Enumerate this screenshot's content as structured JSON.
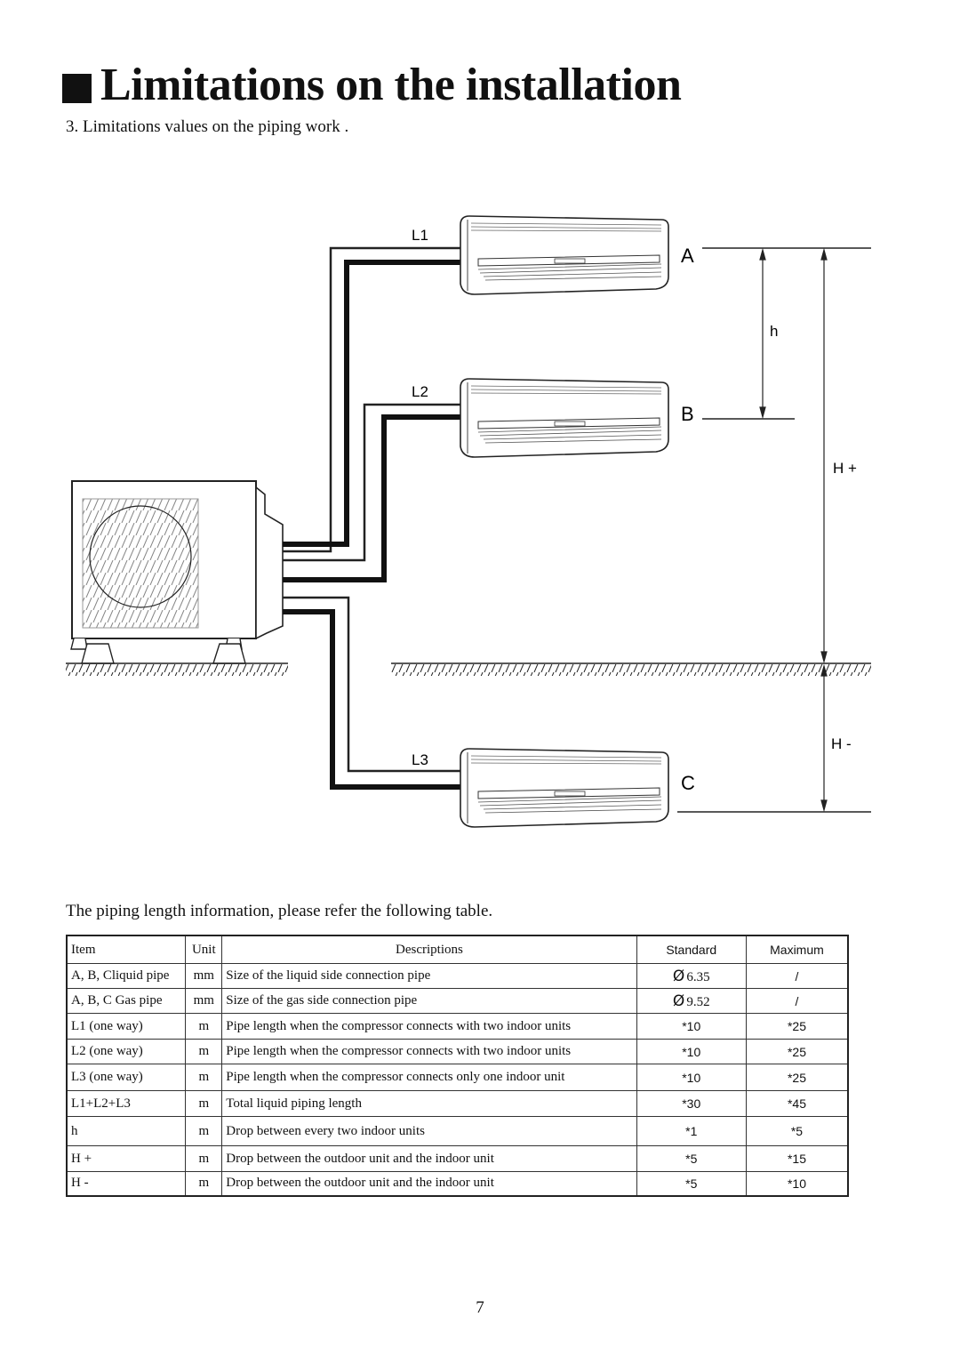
{
  "header": {
    "title": "Limitations on the installation",
    "subtitle": "3. Limitations values on the piping work ."
  },
  "diagram": {
    "pipe_labels": [
      "L1",
      "L2",
      "L3"
    ],
    "indoor_units": [
      "A",
      "B",
      "C"
    ],
    "dimensions": {
      "h": "h",
      "h_plus": "H +",
      "h_minus": "H -"
    }
  },
  "intro_text": "The piping length information, please refer the following table.",
  "table": {
    "headers": {
      "item": "Item",
      "unit": "Unit",
      "desc": "Descriptions",
      "standard": "Standard",
      "maximum": "Maximum"
    },
    "diameter_symbol": "Ø",
    "rows": [
      {
        "item": "A, B, Cliquid pipe",
        "unit": "mm",
        "desc": "Size of the liquid side connection pipe",
        "standard": "6.35",
        "maximum": "/"
      },
      {
        "item": "A, B, C Gas pipe",
        "unit": "mm",
        "desc": "Size of the gas side connection pipe",
        "standard": "9.52",
        "maximum": "/"
      },
      {
        "item": "L1  (one way)",
        "unit": "m",
        "desc": "Pipe length when the compressor connects with two indoor units",
        "standard": "*10",
        "maximum": "*25"
      },
      {
        "item": "L2  (one way)",
        "unit": "m",
        "desc": "Pipe length when the compressor connects with two indoor units",
        "standard": "*10",
        "maximum": "*25"
      },
      {
        "item": "L3  (one way)",
        "unit": "m",
        "desc": "Pipe length when the compressor connects only one indoor unit",
        "standard": "*10",
        "maximum": "*25"
      },
      {
        "item": "L1+L2+L3",
        "unit": "m",
        "desc": "Total liquid piping length",
        "standard": "*30",
        "maximum": "*45"
      },
      {
        "item": "h",
        "unit": "m",
        "desc": "Drop between every two indoor units",
        "standard": "*1",
        "maximum": "*5"
      },
      {
        "item": "H +",
        "unit": "m",
        "desc": "Drop between the outdoor unit and the indoor unit",
        "standard": "*5",
        "maximum": "*15"
      },
      {
        "item": "H -",
        "unit": "m",
        "desc": "Drop between the outdoor unit and the indoor unit",
        "standard": "*5",
        "maximum": "*10"
      }
    ]
  },
  "page_number": "7"
}
